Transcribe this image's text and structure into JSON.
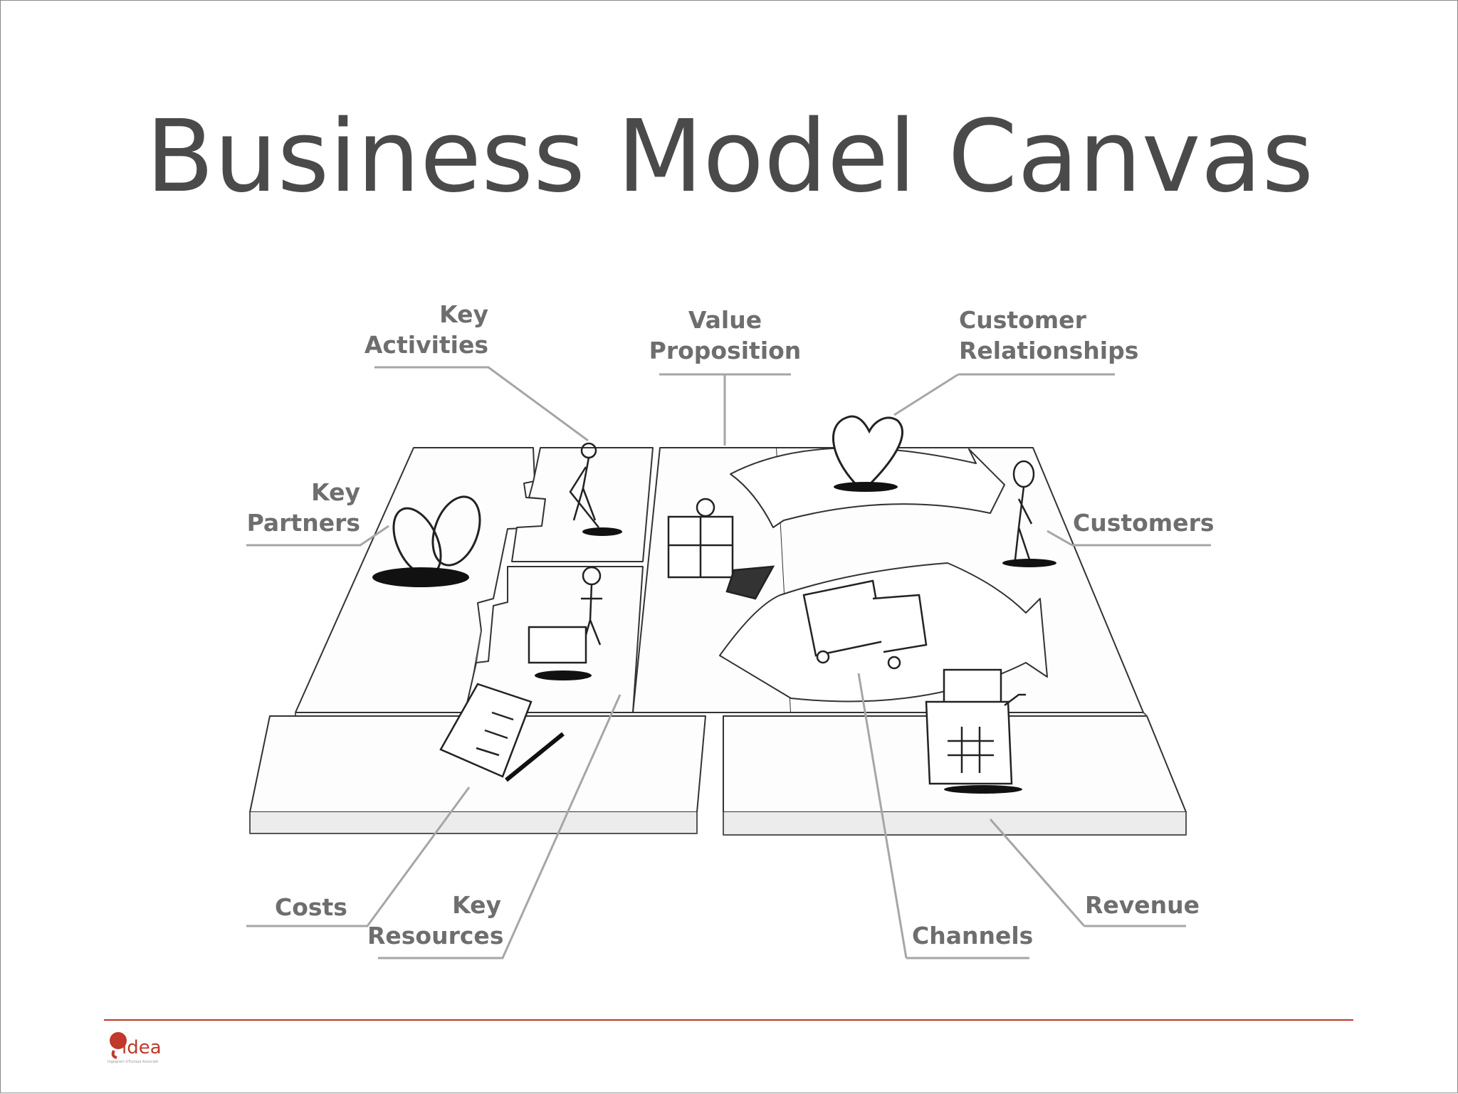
{
  "slide": {
    "title": "Business Model Canvas"
  },
  "labels": {
    "key_activities": [
      "Key",
      "Activities"
    ],
    "value_proposition": [
      "Value",
      "Proposition"
    ],
    "customer_relationships": [
      "Customer",
      "Relationships"
    ],
    "key_partners": [
      "Key",
      "Partners"
    ],
    "customers": "Customers",
    "costs": "Costs",
    "key_resources": [
      "Key",
      "Resources"
    ],
    "channels": "Channels",
    "revenue": "Revenue"
  },
  "footer": {
    "logo_text": "idea",
    "logo_tagline": "Ingegneri d'Europa Associati"
  },
  "colors": {
    "title": "#4a4a4a",
    "label": "#6e6e6e",
    "leader_line": "#a6a6a6",
    "accent": "#c0392b"
  }
}
